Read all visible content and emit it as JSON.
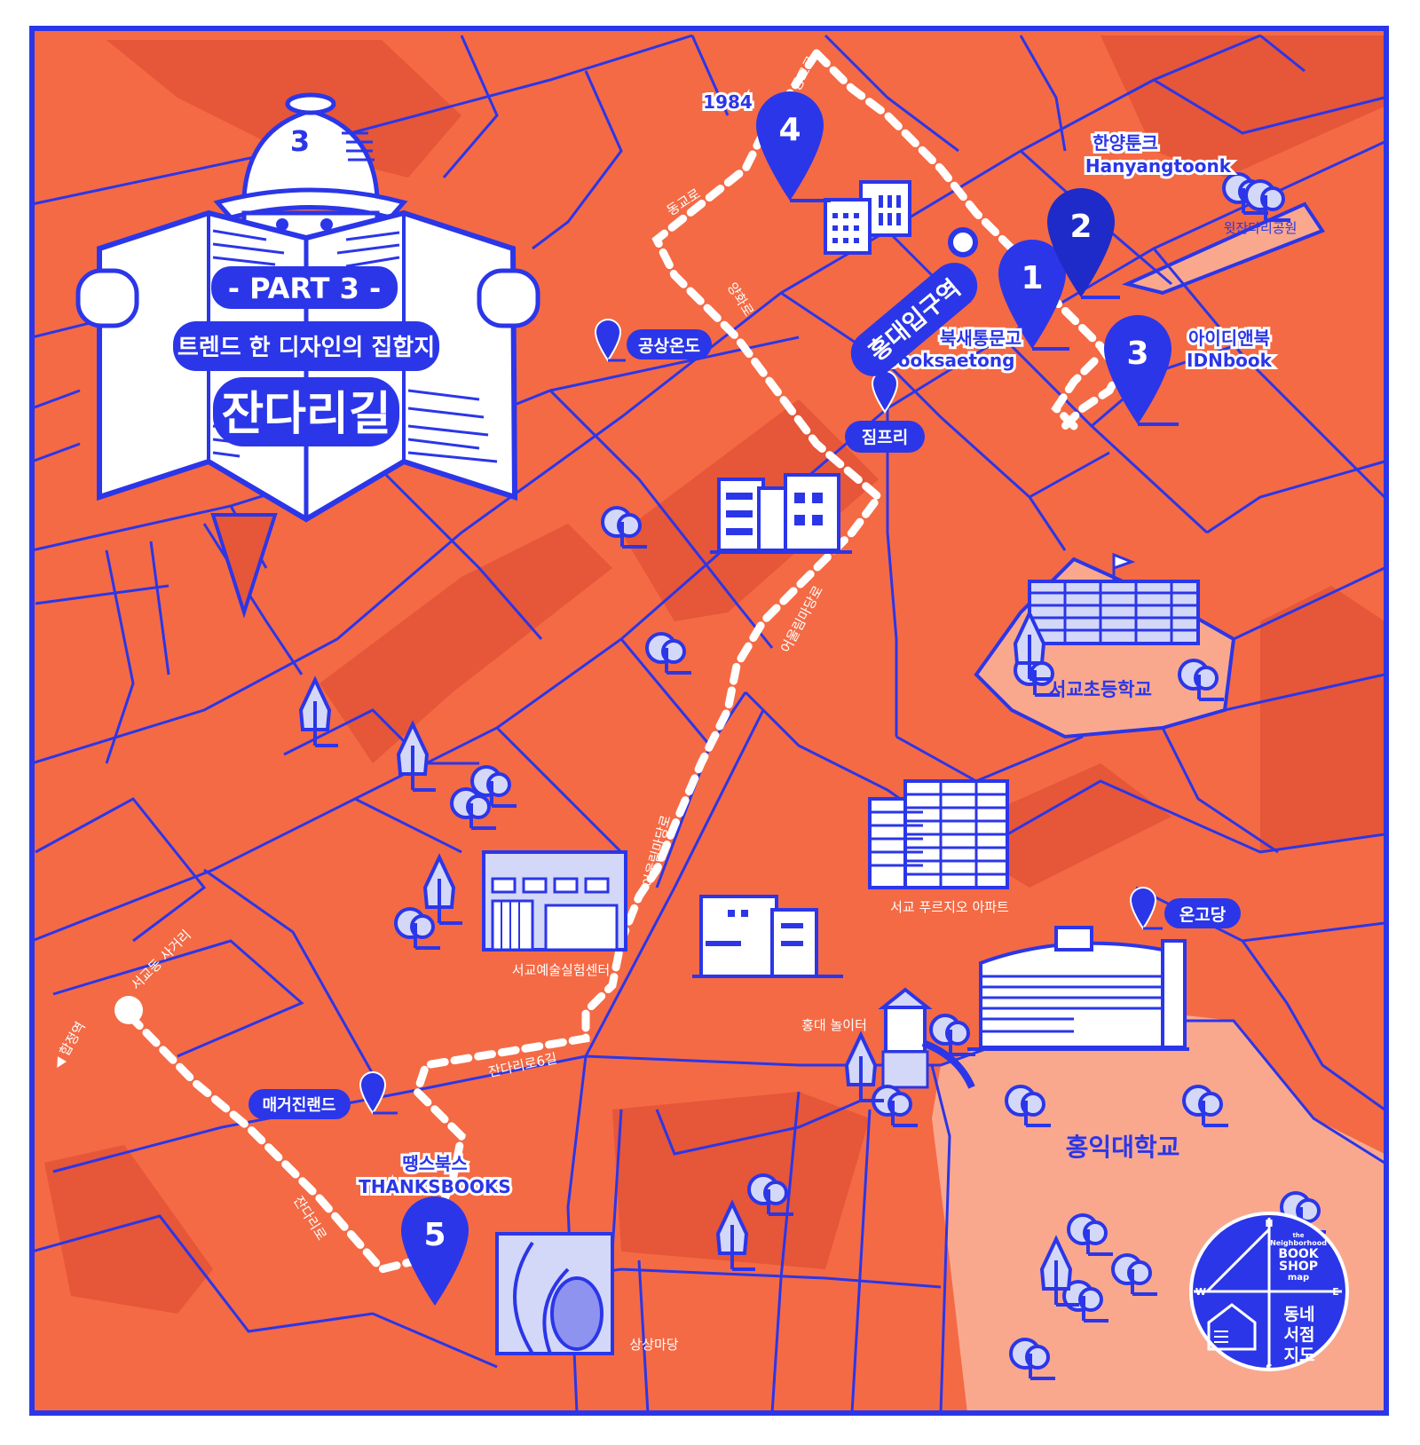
{
  "colors": {
    "background": "#f46a45",
    "block_dark": "#e65638",
    "blue": "#2b36e8",
    "park": "#f9a88e",
    "pale": "#d4d8f8",
    "white": "#ffffff"
  },
  "header": {
    "hat_number": "3",
    "part": "- PART 3 -",
    "subtitle": "트렌드 한 디자인의 집합지",
    "title": "잔다리길"
  },
  "bookshops": [
    {
      "number": "1",
      "name_ko": "북새통문고",
      "name_en": "Booksaetong"
    },
    {
      "number": "2",
      "name_ko": "한양툰크",
      "name_en": "Hanyangtoonk"
    },
    {
      "number": "3",
      "name_ko": "아이디앤북",
      "name_en": "IDNbook"
    },
    {
      "number": "4",
      "name_ko": "1984",
      "name_en": ""
    },
    {
      "number": "5",
      "name_ko": "땡스북스",
      "name_en": "THANKSBOOKS"
    }
  ],
  "places": {
    "gongsang": "공상온도",
    "jimpeuri": "짐프리",
    "ongodang": "온고당",
    "magazine": "매거진랜드"
  },
  "station": "홍대입구역",
  "roads": {
    "donggyo_1": "동교로",
    "donggyo_2": "동교로",
    "yanghwa": "양화로",
    "eoulmadang_1": "어울림마당로",
    "eoulmadang_2": "어울림마당로",
    "jandari6": "잔다리로6길",
    "jandari": "잔다리로",
    "seogyo_crossing": "서교동 사거리",
    "hapjeong": "◀ 합정역"
  },
  "landmarks": {
    "park": "윗잔다리공원",
    "elementary": "서교초등학교",
    "apartment": "서교 푸르지오 아파트",
    "art_center": "서교예술실험센터",
    "playground": "홍대 놀이터",
    "university": "홍익대학교",
    "sangsang": "상상마당"
  },
  "compass": {
    "n": "N",
    "s": "S",
    "e": "E",
    "w": "W",
    "the": "the",
    "neighborhood": "Neighborhood",
    "book": "BOOK",
    "shop": "SHOP",
    "map": "map",
    "ko_1": "동네",
    "ko_2": "서점",
    "ko_3": "지도"
  }
}
